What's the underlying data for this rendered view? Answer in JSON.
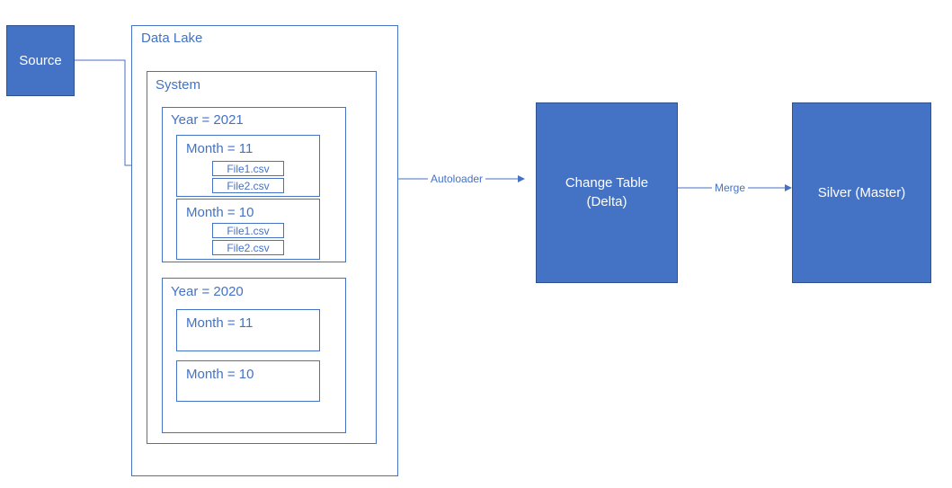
{
  "nodes": {
    "source": "Source",
    "data_lake": "Data Lake",
    "system": "System",
    "year_2021": {
      "label": "Year = 2021",
      "months": [
        {
          "label": "Month = 11",
          "files": [
            "File1.csv",
            "File2.csv"
          ]
        },
        {
          "label": "Month = 10",
          "files": [
            "File1.csv",
            "File2.csv"
          ]
        }
      ]
    },
    "year_2020": {
      "label": "Year = 2020",
      "months": [
        {
          "label": "Month = 11"
        },
        {
          "label": "Month = 10"
        }
      ]
    },
    "change_table": {
      "line1": "Change Table",
      "line2": "(Delta)"
    },
    "silver": "Silver (Master)"
  },
  "edges": {
    "autoloader": "Autoloader",
    "merge": "Merge"
  },
  "colors": {
    "fill": "#4472c4",
    "fill_border": "#2f528f",
    "text_on_fill": "#ffffff",
    "accent": "#4472c4"
  }
}
